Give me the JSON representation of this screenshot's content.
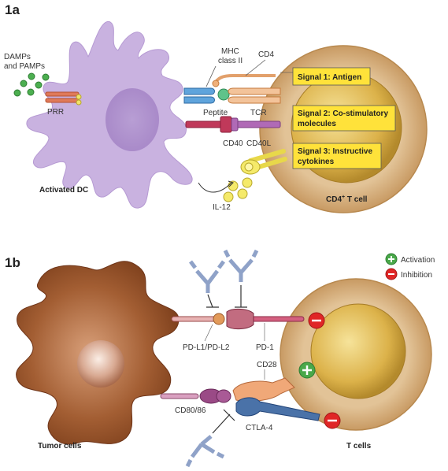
{
  "panel_a": {
    "label": "1a",
    "damps": "DAMPs",
    "and_pamps": "and PAMPs",
    "prr": "PRR",
    "mhc": "MHC",
    "class_ii": "class II",
    "cd4": "CD4",
    "peptide": "Peptite",
    "tcr": "TCR",
    "cd40": "CD40",
    "cd40l": "CD40L",
    "il12": "IL-12",
    "activated_dc": "Activated DC",
    "t_cell_main": "CD4",
    "t_cell_sup": "+",
    "t_cell_rest": " T cell",
    "signal1": "Signal 1: Antigen",
    "signal2_line1": "Signal 2: Co-stimulatory",
    "signal2_line2": "molecules",
    "signal3_line1": "Signal 3: Instructive",
    "signal3_line2": "cytokines"
  },
  "panel_b": {
    "label": "1b",
    "legend_activation": "Activation",
    "legend_inhibition": "Inhibition",
    "pdl1": "PD-L1/PD-L2",
    "pd1": "PD-1",
    "cd28": "CD28",
    "cd8086": "CD80/86",
    "ctla4": "CTLA-4",
    "tumor_cells": "Tumor cells",
    "t_cells": "T cells"
  },
  "colors": {
    "dc_purple": "#c9b2e0",
    "t_cell_tan": "#d7b384",
    "nucleus_gold": "#dcb24a",
    "signal_box": "#ffe23a",
    "tumor_brown": "#8b4a24",
    "activation_green": "#4aa84a",
    "inhibition_red": "#e02626",
    "antibody_blue": "#7f93bb"
  }
}
